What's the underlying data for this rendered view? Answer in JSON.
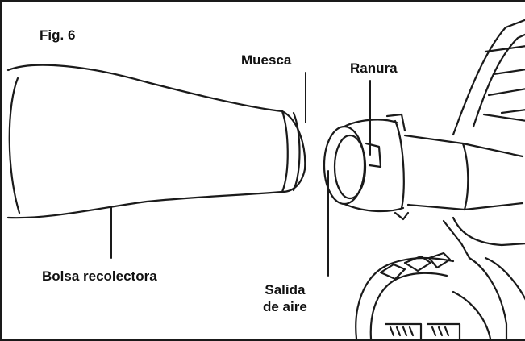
{
  "figure": {
    "number_label": "Fig. 6",
    "colors": {
      "line": "#1a1a1a",
      "background": "#ffffff"
    }
  },
  "labels": {
    "notch": "Muesca",
    "slot": "Ranura",
    "collection_bag": "Bolsa recolectora",
    "air_outlet_line1": "Salida",
    "air_outlet_line2": "de aire"
  }
}
